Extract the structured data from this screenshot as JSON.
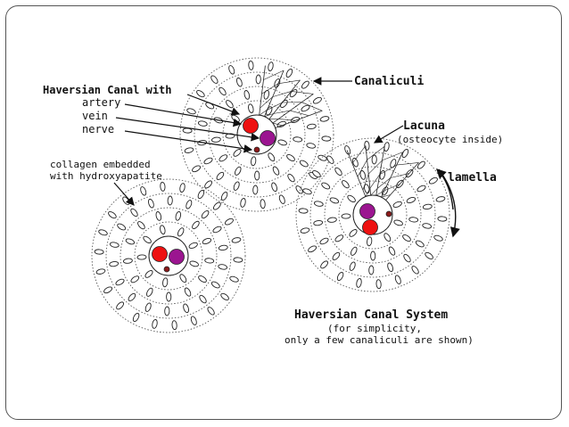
{
  "labels": {
    "canaliculi": "Canaliculi",
    "haversian_canal_with": "Haversian Canal with",
    "artery": "artery",
    "vein": "vein",
    "nerve": "nerve",
    "collagen_line1": "collagen embedded",
    "collagen_line2": "with hydroxyapatite",
    "lacuna": "Lacuna",
    "osteocyte": "(osteocyte inside)",
    "lamella": "lamella",
    "system_title": "Haversian Canal System",
    "note_line1": "(for simplicity,",
    "note_line2": "only a few canaliculi are shown)"
  },
  "colors": {
    "artery": "#ee1111",
    "vein": "#9b1590",
    "nerve": "#8b1a1a",
    "ring": "#444444",
    "frame": "#555555"
  },
  "icons": [
    "artery-dot",
    "vein-dot",
    "nerve-dot",
    "lacuna-oval",
    "curved-arrow"
  ]
}
